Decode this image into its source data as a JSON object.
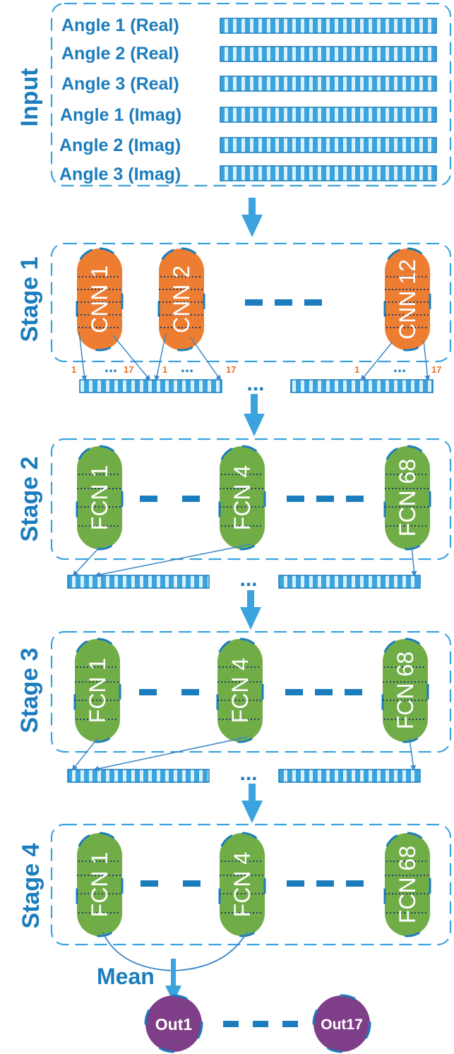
{
  "input": {
    "stage_label": "Input",
    "rows": [
      "Angle 1 (Real)",
      "Angle 2 (Real)",
      "Angle 3 (Real)",
      "Angle 1 (Imag)",
      "Angle 2 (Imag)",
      "Angle 3 (Imag)"
    ]
  },
  "stage1": {
    "stage_label": "Stage 1",
    "nodes": [
      "CNN 1",
      "CNN 2",
      "CNN 12"
    ],
    "index_labels": [
      {
        "start": "1",
        "end": "17"
      },
      {
        "start": "1",
        "end": "17"
      },
      {
        "start": "1",
        "end": "17"
      }
    ],
    "ellipsis": "..."
  },
  "stage2": {
    "stage_label": "Stage 2",
    "nodes": [
      "FCN 1",
      "FCN 4",
      "FCN 68"
    ],
    "ellipsis": "..."
  },
  "stage3": {
    "stage_label": "Stage 3",
    "nodes": [
      "FCN 1",
      "FCN 4",
      "FCN 68"
    ],
    "ellipsis": "..."
  },
  "stage4": {
    "stage_label": "Stage 4",
    "nodes": [
      "FCN 1",
      "FCN 4",
      "FCN 68"
    ]
  },
  "mean_label": "Mean",
  "outputs": [
    "Out1",
    "Out17"
  ],
  "colors": {
    "primary_blue": "#1b7dbd",
    "light_blue": "#3ba3de",
    "stripe_light": "#d8f1fb",
    "cnn_orange": "#ed7d31",
    "fcn_green": "#71ad47",
    "out_purple": "#7f3f88"
  }
}
